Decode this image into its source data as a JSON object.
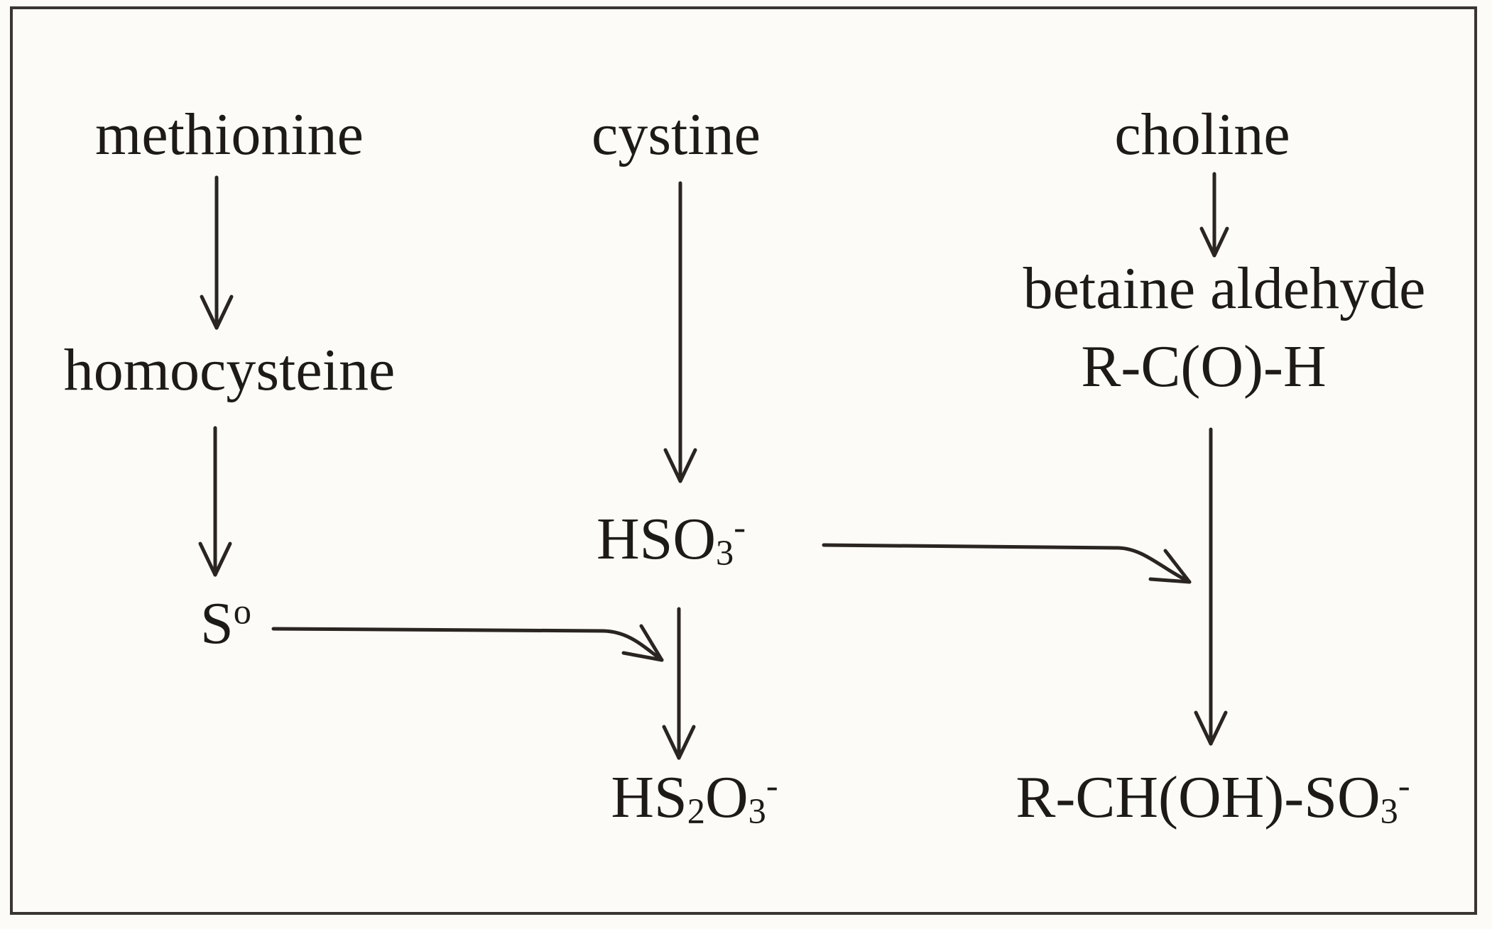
{
  "nodes": {
    "methionine": "methionine",
    "homocysteine": "homocysteine",
    "sulfur": {
      "base": "S",
      "sup": "o"
    },
    "cystine": "cystine",
    "bisulfite": {
      "base": "HSO",
      "sub": "3",
      "sup": "-"
    },
    "thiosulfate": {
      "base": "HS",
      "sub1": "2",
      "mid": "O",
      "sub2": "3",
      "sup": "-"
    },
    "choline": "choline",
    "betaine_aldehyde": "betaine aldehyde",
    "aldehyde_formula": "R-C(O)-H",
    "adduct": {
      "base": "R-CH(OH)-SO",
      "sub": "3",
      "sup": "-"
    }
  },
  "edges": [
    {
      "from": "methionine",
      "to": "homocysteine"
    },
    {
      "from": "homocysteine",
      "to": "sulfur"
    },
    {
      "from": "cystine",
      "to": "bisulfite"
    },
    {
      "from": "bisulfite",
      "to": "thiosulfate"
    },
    {
      "from": "sulfur",
      "to": "thiosulfate"
    },
    {
      "from": "choline",
      "to": "betaine_aldehyde"
    },
    {
      "from": "aldehyde_formula",
      "to": "adduct"
    },
    {
      "from": "bisulfite",
      "to": "adduct"
    }
  ]
}
